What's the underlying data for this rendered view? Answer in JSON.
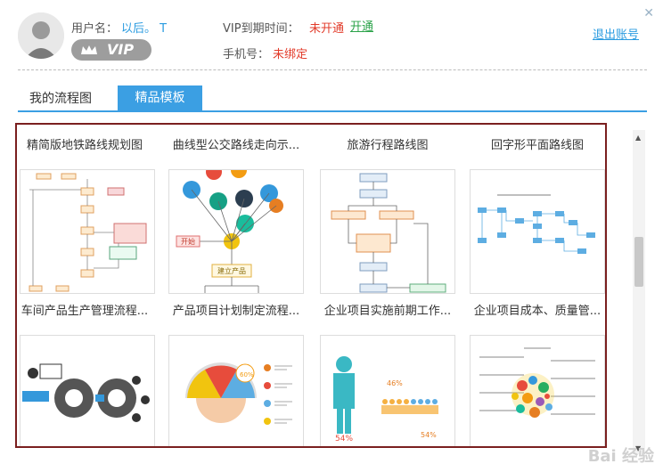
{
  "user": {
    "name_label": "用户名：",
    "name_value": "以后。 T",
    "vip_badge": "VIP",
    "vip_expire_label": "VIP到期时间：",
    "vip_status": "未开通",
    "vip_activate": "开通",
    "phone_label": "手机号：",
    "phone_value": "未绑定"
  },
  "header": {
    "logout": "退出账号",
    "close_icon": "close-icon"
  },
  "tabs": [
    {
      "label": "我的流程图",
      "active": false
    },
    {
      "label": "精品模板",
      "active": true
    }
  ],
  "templates": [
    {
      "title": "精简版地铁路线规划图"
    },
    {
      "title": "曲线型公交路线走向示..."
    },
    {
      "title": "旅游行程路线图"
    },
    {
      "title": "回字形平面路线图"
    },
    {
      "title": "车间产品生产管理流程..."
    },
    {
      "title": "产品项目计划制定流程..."
    },
    {
      "title": "企业项目实施前期工作..."
    },
    {
      "title": "企业项目成本、质量管..."
    }
  ],
  "thumb_text": {
    "t2_start": "开始",
    "t2_center": "建立产品",
    "t3_pct1": "46%",
    "t3_pct2": "54%",
    "t3_pct3": "54%",
    "t4_pct": "60%"
  },
  "watermark": "Bai 经验",
  "colors": {
    "accent": "#3b9fe3",
    "frame": "#7a1f1f",
    "red": "#e23b2a",
    "green": "#2ca34a"
  }
}
